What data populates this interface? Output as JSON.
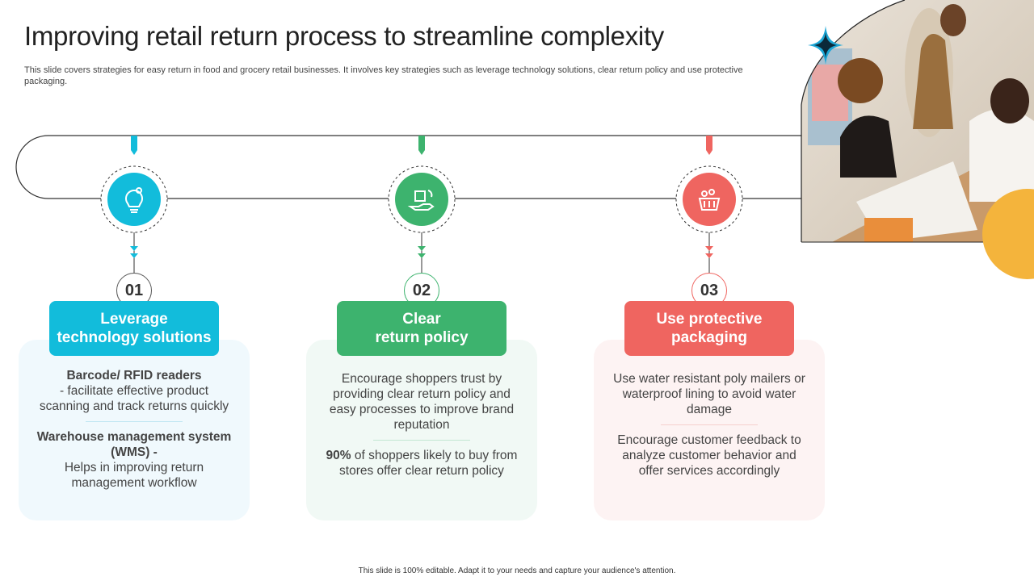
{
  "title": "Improving retail return process to streamline complexity",
  "subtitle": "This slide covers strategies for easy return in food and grocery retail businesses. It involves key strategies such as leverage technology solutions, clear return policy and use protective packaging.",
  "footer": "This slide is 100% editable. Adapt it to your needs and capture your audience's attention.",
  "colors": {
    "blue": "#12BCDB",
    "green": "#3DB36E",
    "red": "#EF6560",
    "yellow": "#F4B43C"
  },
  "steps": [
    {
      "number": "01",
      "icon": "idea-gear-icon",
      "header_line1": "Leverage",
      "header_line2": "technology solutions",
      "p1_bold": "Barcode/ RFID readers",
      "p1_text": "- facilitate effective product scanning and track returns quickly",
      "p2_bold": "Warehouse management system (WMS) -",
      "p2_text": "Helps in improving return management workflow"
    },
    {
      "number": "02",
      "icon": "return-box-hand-icon",
      "header_line1": "Clear",
      "header_line2": "return policy",
      "p1_text": "Encourage shoppers trust by providing clear return policy and easy processes to improve brand reputation",
      "p2_bold": "90%",
      "p2_text": " of shoppers likely to buy from stores offer clear return policy"
    },
    {
      "number": "03",
      "icon": "grocery-basket-icon",
      "header_line1": "Use protective",
      "header_line2": "packaging",
      "p1_text": "Use water resistant poly mailers or waterproof lining to avoid water damage",
      "p2_text": "Encourage customer feedback to analyze customer behavior and offer services accordingly"
    }
  ]
}
